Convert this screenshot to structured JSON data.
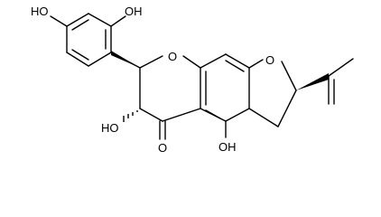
{
  "molecule": {
    "atom_labels": {
      "oh_ring_b_para": "HO",
      "oh_ring_b_ortho": "OH",
      "o_pyranone": "O",
      "o_furan": "O",
      "oh_c3": "HO",
      "o_carbonyl": "O",
      "oh_c5": "OH"
    }
  }
}
